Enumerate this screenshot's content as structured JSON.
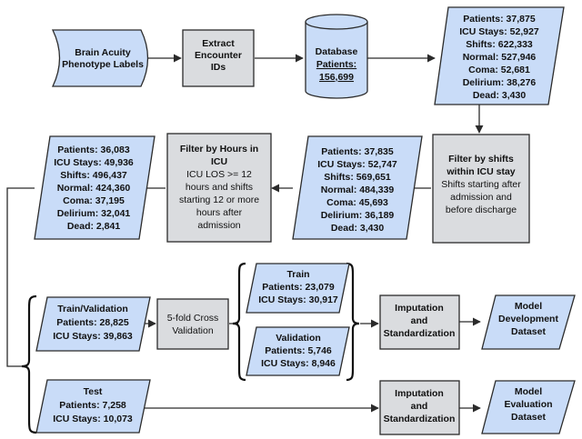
{
  "nodes": {
    "brain_acuity": {
      "lines": [
        "Brain Acuity",
        "Phenotype Labels"
      ]
    },
    "extract": {
      "lines": [
        "Extract",
        "Encounter",
        "IDs"
      ]
    },
    "database": {
      "title": "Database",
      "patients_label": "Patients:",
      "patients_value": "156,699"
    },
    "stats1": {
      "lines": [
        "Patients: 37,875",
        "ICU Stays: 52,927",
        "Shifts: 622,333",
        "Normal: 527,946",
        "Coma: 52,681",
        "Delirium: 38,276",
        "Dead: 3,430"
      ]
    },
    "filter_shifts": {
      "title_lines": [
        "Filter by shifts",
        "within ICU stay"
      ],
      "desc_lines": [
        "Shifts starting after",
        "admission and",
        "before discharge"
      ]
    },
    "stats2": {
      "lines": [
        "Patients: 37,835",
        "ICU Stays: 52,747",
        "Shifts: 569,651",
        "Normal: 484,339",
        "Coma: 45,693",
        "Delirium: 36,189",
        "Dead: 3,430"
      ]
    },
    "filter_hours": {
      "title_lines": [
        "Filter by Hours in",
        "ICU"
      ],
      "desc_lines": [
        "ICU LOS >= 12",
        "hours and shifts",
        "starting 12 or more",
        "hours after",
        "admission"
      ]
    },
    "stats3": {
      "lines": [
        "Patients: 36,083",
        "ICU Stays: 49,936",
        "Shifts: 496,437",
        "Normal: 424,360",
        "Coma: 37,195",
        "Delirium: 32,041",
        "Dead: 2,841"
      ]
    },
    "trainval": {
      "lines": [
        "Train/Validation",
        "Patients: 28,825",
        "ICU Stays: 39,863"
      ]
    },
    "cv": {
      "lines": [
        "5-fold Cross",
        "Validation"
      ]
    },
    "train": {
      "lines": [
        "Train",
        "Patients: 23,079",
        "ICU Stays: 30,917"
      ]
    },
    "validation": {
      "lines": [
        "Validation",
        "Patients: 5,746",
        "ICU Stays: 8,946"
      ]
    },
    "impute1": {
      "lines": [
        "Imputation",
        "and",
        "Standardization"
      ]
    },
    "model_dev": {
      "lines": [
        "Model",
        "Development",
        "Dataset"
      ]
    },
    "test": {
      "lines": [
        "Test",
        "Patients: 7,258",
        "ICU Stays: 10,073"
      ]
    },
    "impute2": {
      "lines": [
        "Imputation",
        "and",
        "Standardization"
      ]
    },
    "model_eval": {
      "lines": [
        "Model",
        "Evaluation",
        "Dataset"
      ]
    }
  }
}
